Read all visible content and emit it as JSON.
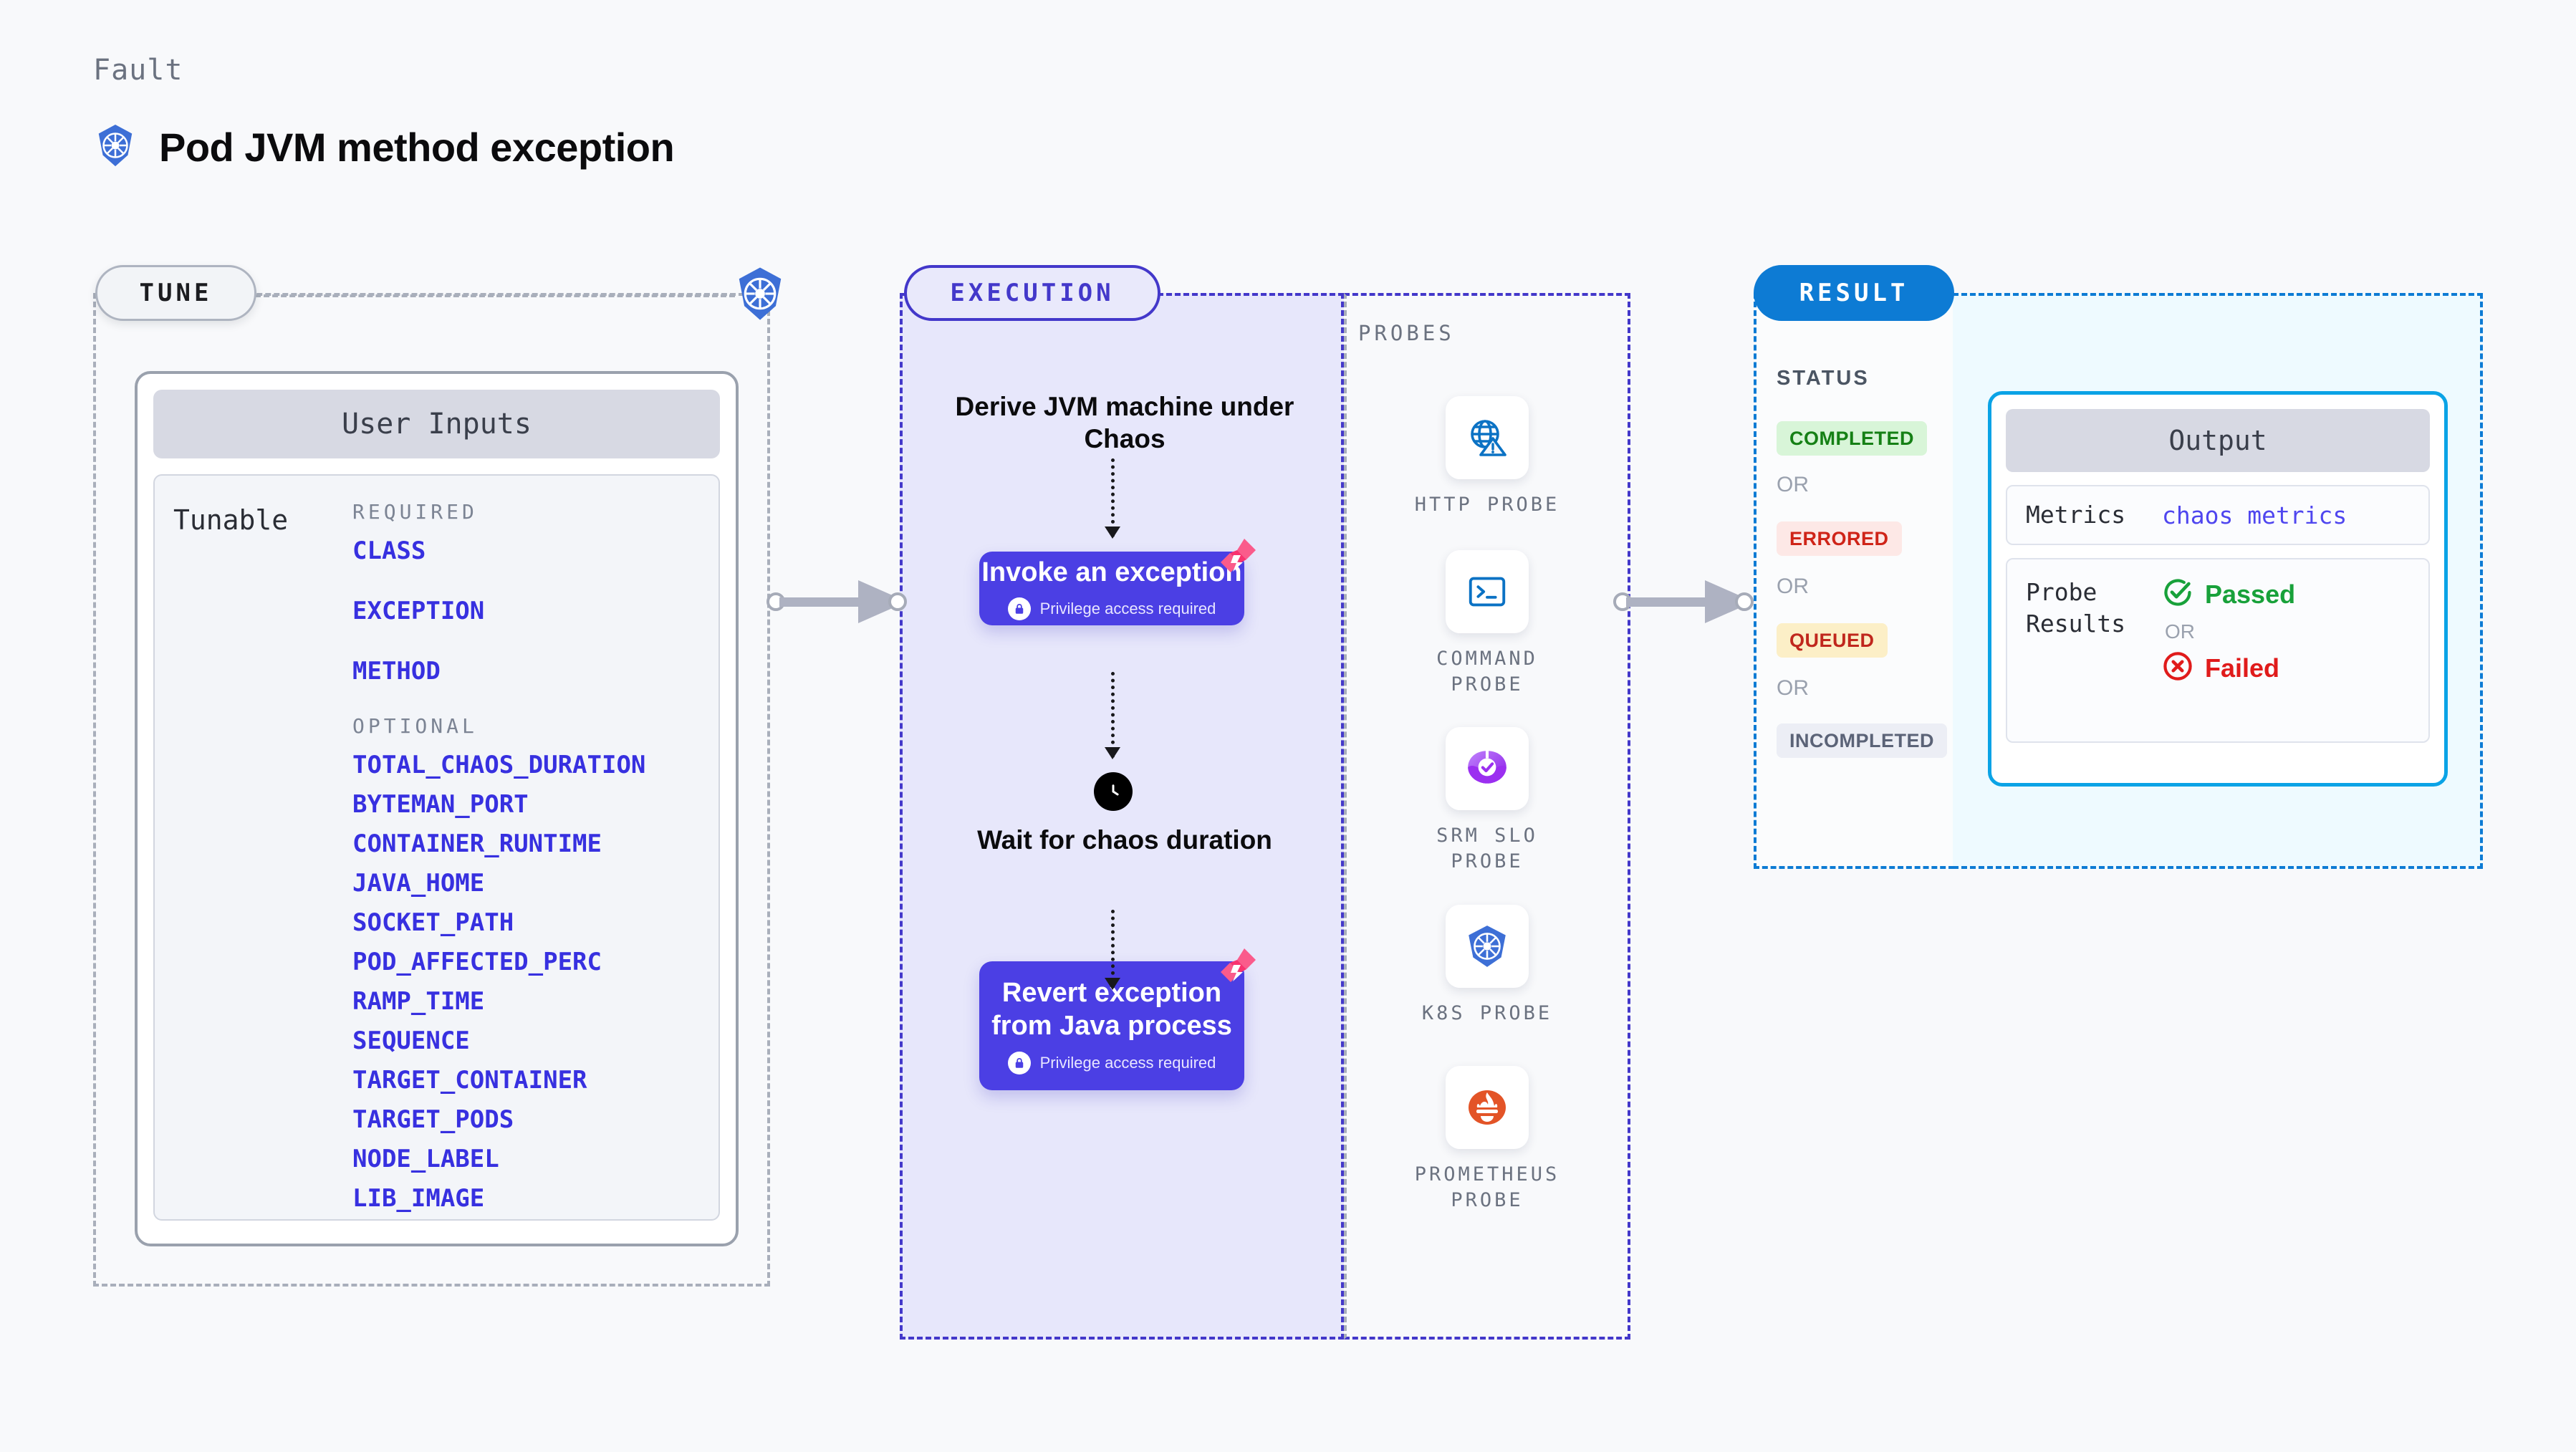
{
  "header": {
    "kicker": "Fault",
    "title": "Pod JVM method exception",
    "logo_icon": "kubernetes-icon"
  },
  "stages": {
    "tune": {
      "tab_label": "TUNE",
      "badge_icon": "kubernetes-icon"
    },
    "execution": {
      "tab_label": "EXECUTION"
    },
    "probes": {
      "section_label": "PROBES"
    },
    "result": {
      "tab_label": "RESULT"
    }
  },
  "user_inputs": {
    "header": "User Inputs",
    "tunable_label": "Tunable",
    "required_label": "REQUIRED",
    "required": [
      "CLASS",
      "EXCEPTION",
      "METHOD"
    ],
    "optional_label": "OPTIONAL",
    "optional": [
      "TOTAL_CHAOS_DURATION",
      "BYTEMAN_PORT",
      "CONTAINER_RUNTIME",
      "JAVA_HOME",
      "SOCKET_PATH",
      "POD_AFFECTED_PERC",
      "RAMP_TIME",
      "SEQUENCE",
      "TARGET_CONTAINER",
      "TARGET_PODS",
      "NODE_LABEL",
      "LIB_IMAGE"
    ]
  },
  "execution": {
    "step_1_text": "Derive JVM machine under Chaos",
    "card_1": {
      "title": "Invoke an exception",
      "privilege_note": "Privilege access required",
      "lock_icon": "lock-icon",
      "corner_icon": "litmus-icon"
    },
    "wait": {
      "icon": "clock-icon",
      "text": "Wait for chaos duration"
    },
    "card_2": {
      "title": "Revert exception from Java process",
      "privilege_note": "Privilege access required",
      "lock_icon": "lock-icon",
      "corner_icon": "litmus-icon"
    }
  },
  "probes": [
    {
      "name": "HTTP PROBE",
      "icon": "globe-warning-icon",
      "color": "#0b72c4"
    },
    {
      "name": "COMMAND PROBE",
      "icon": "terminal-icon",
      "color": "#0b72c4"
    },
    {
      "name": "SRM SLO PROBE",
      "icon": "srm-slo-icon",
      "color": "#9333ea"
    },
    {
      "name": "K8S PROBE",
      "icon": "kubernetes-icon",
      "color": "#3d6fd6"
    },
    {
      "name": "PROMETHEUS PROBE",
      "icon": "prometheus-icon",
      "color": "#e35427"
    }
  ],
  "result": {
    "status_label": "STATUS",
    "or_label": "OR",
    "statuses": [
      {
        "label": "COMPLETED",
        "bg": "#d8f5d8",
        "fg": "#158015"
      },
      {
        "label": "ERRORED",
        "bg": "#fde8e6",
        "fg": "#cf2418"
      },
      {
        "label": "QUEUED",
        "bg": "#fcefc7",
        "fg": "#c0271d"
      },
      {
        "label": "INCOMPLETED",
        "bg": "#eceef5",
        "fg": "#5b6377"
      }
    ],
    "output": {
      "header": "Output",
      "metrics_label": "Metrics",
      "metrics_value": "chaos metrics",
      "probe_results_label": "Probe Results",
      "passed_label": "Passed",
      "passed_icon": "check-circle-icon",
      "or_label": "OR",
      "failed_label": "Failed",
      "failed_icon": "x-circle-icon",
      "passed_color": "#18a13a",
      "failed_color": "#e01b1b"
    }
  },
  "connectors": {
    "arrow_color": "#aeb2c2",
    "count": 2
  },
  "colors": {
    "page_bg": "#f8f9fb",
    "execution_fill": "#e7e7fb",
    "execution_accent": "#4338ca",
    "result_accent": "#0d7bd4",
    "result_fill": "#eefaff",
    "param_text": "#3730e0",
    "card_purple": "#4b3fe4"
  }
}
